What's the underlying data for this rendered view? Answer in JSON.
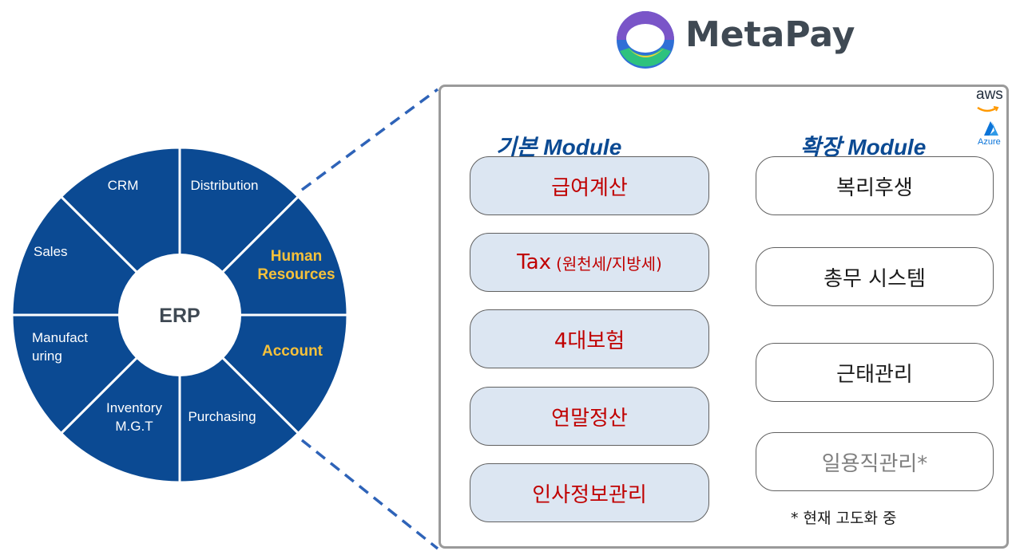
{
  "logo": {
    "name": "MetaPay"
  },
  "erp": {
    "center": "ERP",
    "segments": [
      {
        "label": "Distribution",
        "highlight": false
      },
      {
        "label": "Human\nResources",
        "highlight": true
      },
      {
        "label": "Account",
        "highlight": true
      },
      {
        "label": "Purchasing",
        "highlight": false
      },
      {
        "label": "Inventory\nM.G.T",
        "highlight": false
      },
      {
        "label": "Manufact\nuring",
        "highlight": false
      },
      {
        "label": "Sales",
        "highlight": false
      },
      {
        "label": "CRM",
        "highlight": false
      }
    ]
  },
  "panel": {
    "basic_title": "기본 Module",
    "ext_title": "확장 Module",
    "basic": [
      {
        "main": "급여계산",
        "sub": ""
      },
      {
        "main": "Tax",
        "sub": "(원천세/지방세)"
      },
      {
        "main": "4대보험",
        "sub": ""
      },
      {
        "main": "연말정산",
        "sub": ""
      },
      {
        "main": "인사정보관리",
        "sub": ""
      }
    ],
    "extended": [
      "복리후생",
      "총무 시스템",
      "근태관리",
      "일용직관리*"
    ],
    "note": "* 현재 고도화 중",
    "cloud": {
      "aws": "aws",
      "azure": "Azure"
    }
  },
  "colors": {
    "wheel": "#0b4a93",
    "highlight": "#f6c13a",
    "basic_bg": "#dce6f2",
    "basic_text": "#c00000",
    "connector": "#2e63b8"
  }
}
